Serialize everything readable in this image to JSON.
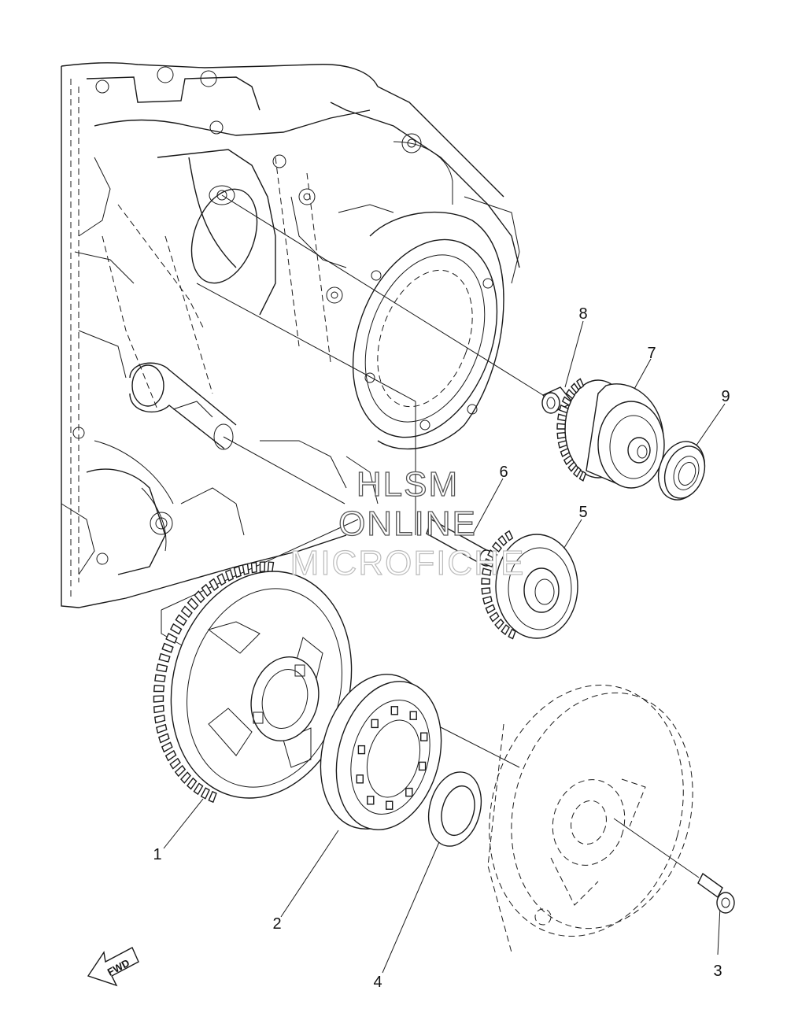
{
  "callouts": {
    "c1": "1",
    "c2": "2",
    "c3": "3",
    "c4": "4",
    "c5": "5",
    "c6": "6",
    "c7": "7",
    "c8": "8",
    "c9": "9"
  },
  "watermark": {
    "line1": "HLSM",
    "line2": "ONLINE",
    "line3": "MICROFICHE"
  },
  "fwd_arrow": {
    "label": "FWD",
    "icon": "forward-arrow-icon"
  }
}
